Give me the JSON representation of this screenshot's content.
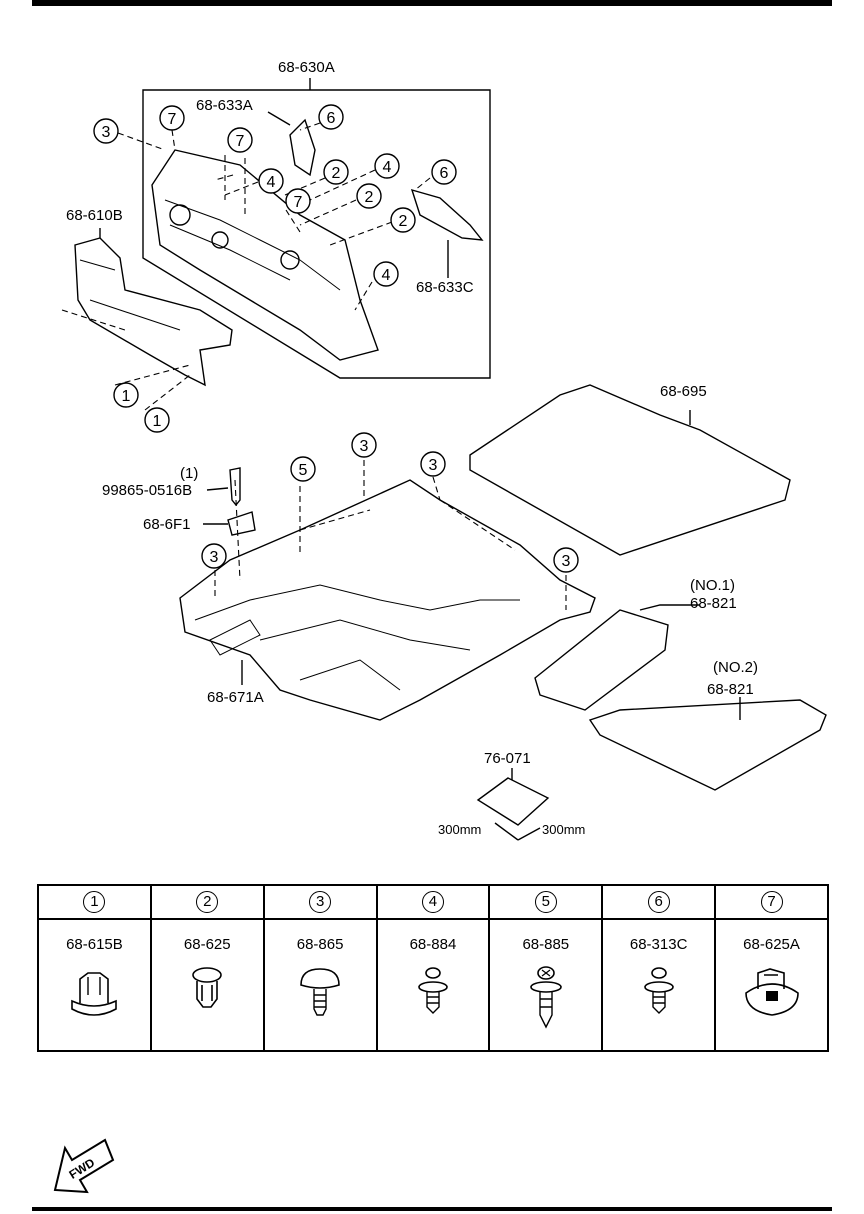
{
  "parts": {
    "p630A": "68-630A",
    "p633A": "68-633A",
    "p610B": "68-610B",
    "p633C": "68-633C",
    "p695": "68-695",
    "bolt_qty": "(1)",
    "bolt": "99865-0516B",
    "p6F1": "68-6F1",
    "p671A": "68-671A",
    "no1": "(NO.1)",
    "p821a": "68-821",
    "no2": "(NO.2)",
    "p821b": "68-821",
    "p071": "76-071",
    "dim_w": "300mm",
    "dim_h": "300mm"
  },
  "callouts": {
    "c1": "1",
    "c2": "2",
    "c3": "3",
    "c4": "4",
    "c5": "5",
    "c6": "6",
    "c7": "7"
  },
  "legend": [
    {
      "num": "1",
      "part": "68-615B",
      "icon": "push-nut-icon"
    },
    {
      "num": "2",
      "part": "68-625",
      "icon": "push-clip-icon"
    },
    {
      "num": "3",
      "part": "68-865",
      "icon": "mushroom-clip-icon"
    },
    {
      "num": "4",
      "part": "68-884",
      "icon": "fir-tree-clip-icon"
    },
    {
      "num": "5",
      "part": "68-885",
      "icon": "screw-rivet-icon"
    },
    {
      "num": "6",
      "part": "68-313C",
      "icon": "fir-tree-clip-icon"
    },
    {
      "num": "7",
      "part": "68-625A",
      "icon": "retainer-clip-icon"
    }
  ],
  "fwd": "FWD"
}
